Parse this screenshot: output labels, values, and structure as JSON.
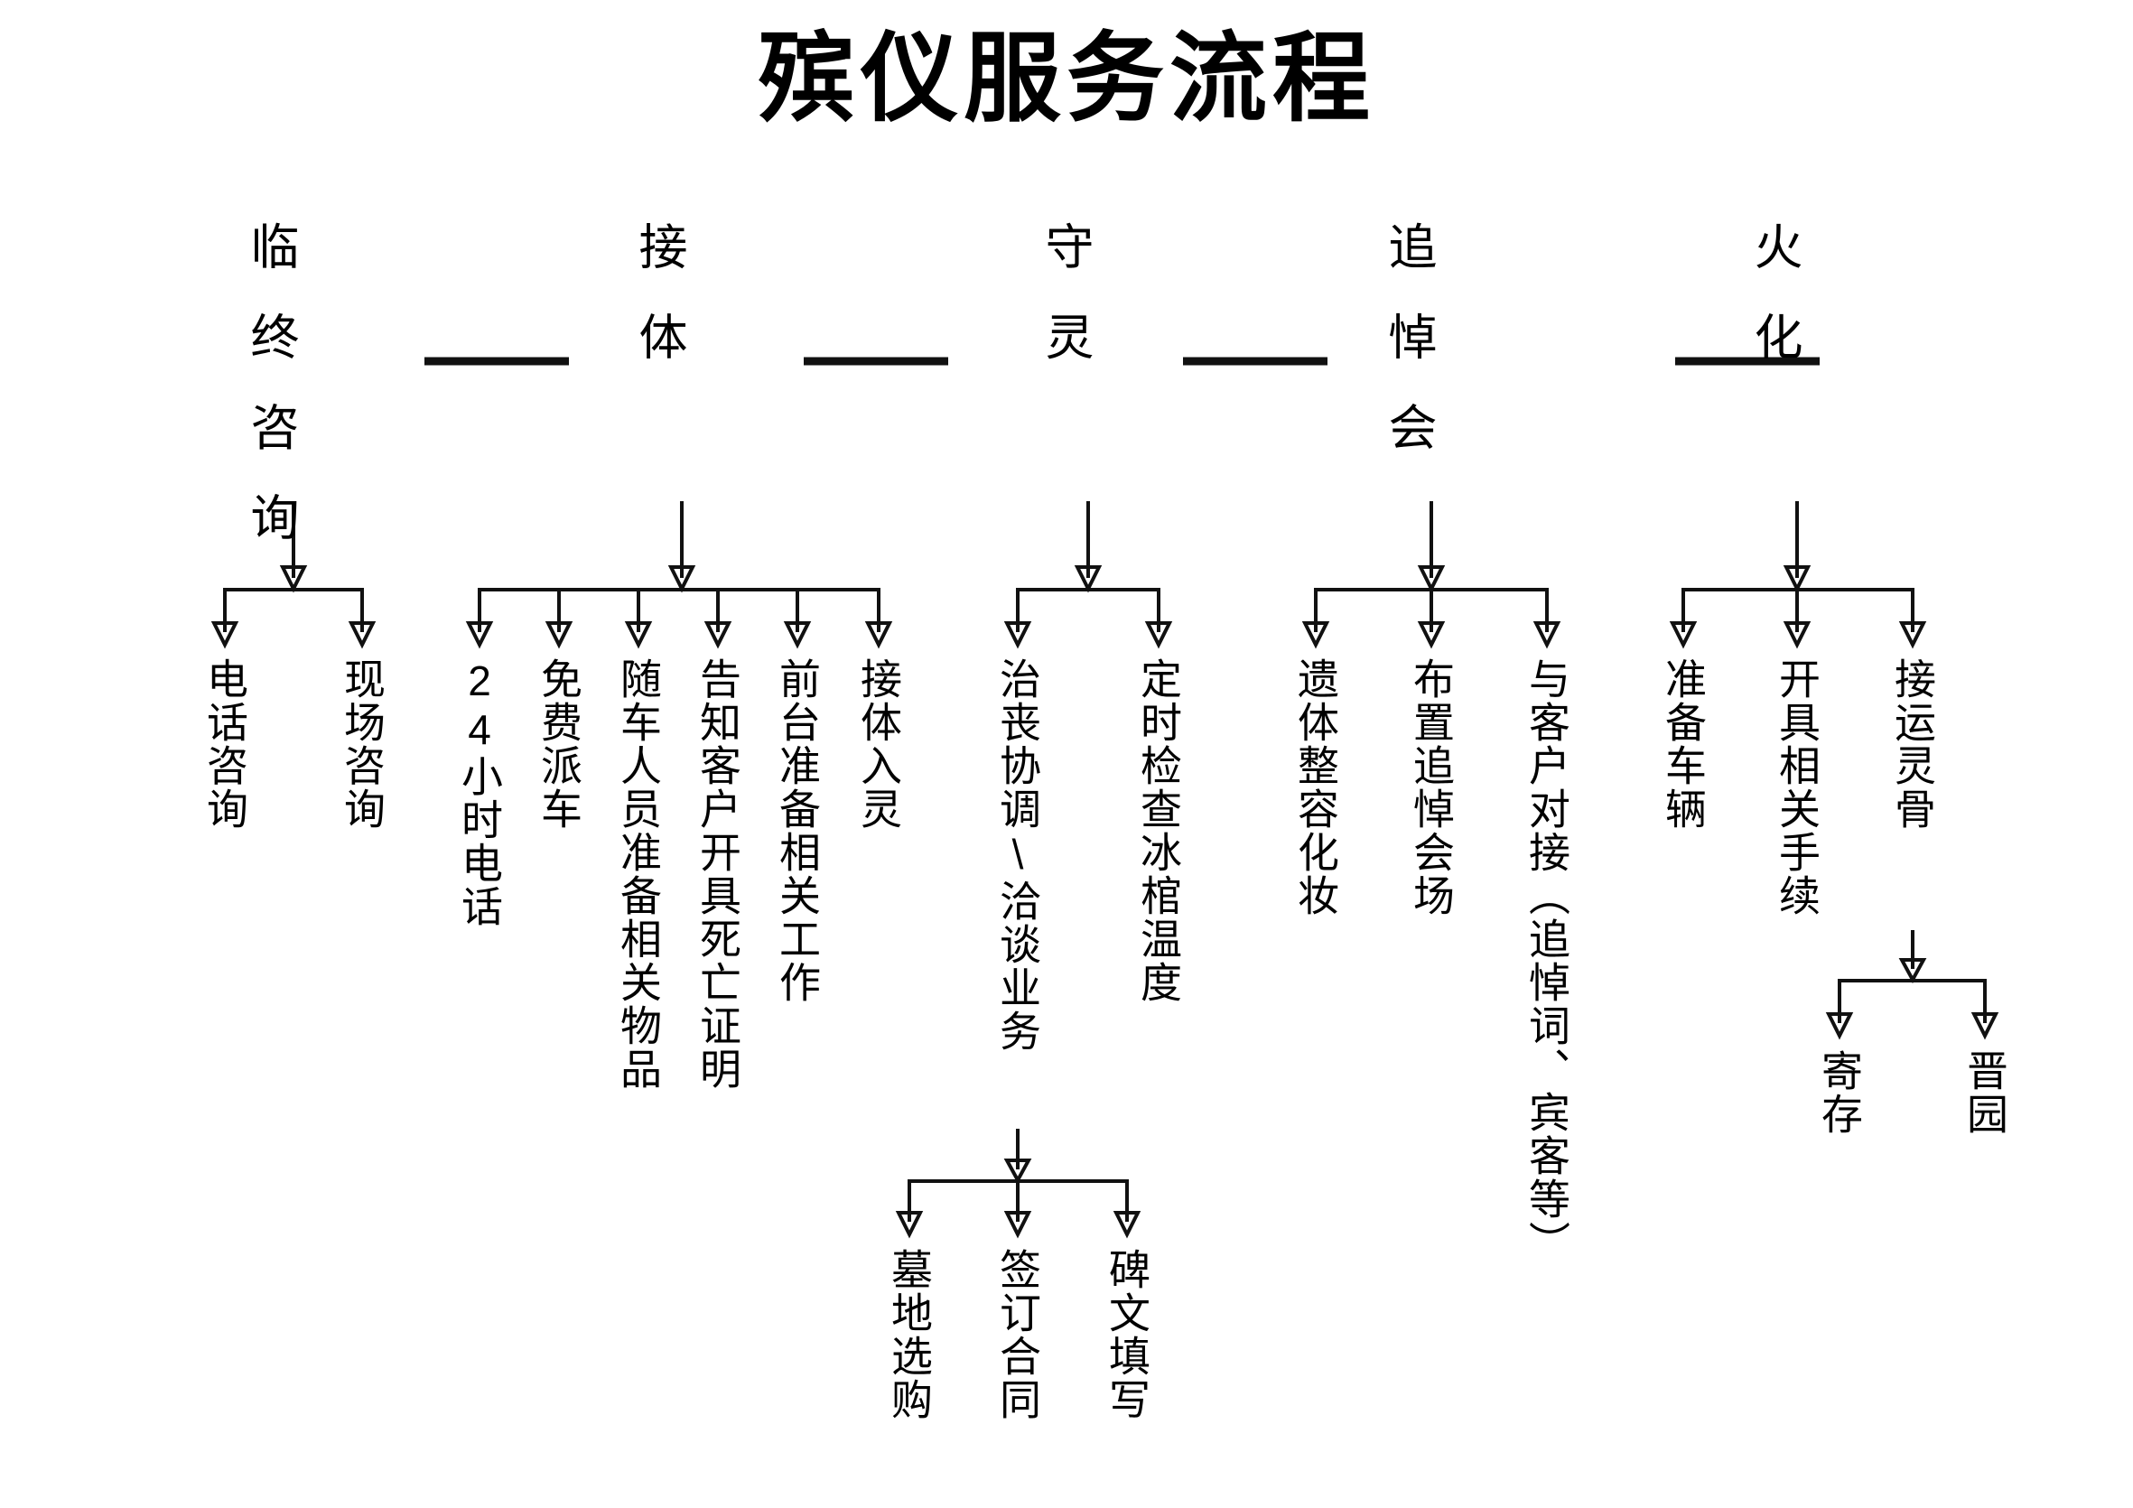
{
  "title": "殡仪服务流程",
  "columns": [
    {
      "header": "临终咨询",
      "children": [
        {
          "label": "电话咨询"
        },
        {
          "label": "现场咨询"
        }
      ]
    },
    {
      "header": "接体",
      "children": [
        {
          "label": "24小时电话"
        },
        {
          "label": "免费派车"
        },
        {
          "label": "随车人员准备相关物品"
        },
        {
          "label": "告知客户开具死亡证明"
        },
        {
          "label": "前台准备相关工作"
        },
        {
          "label": "接体入灵"
        }
      ]
    },
    {
      "header": "守灵",
      "children": [
        {
          "label": "治丧协调\\洽谈业务",
          "children": [
            {
              "label": "墓地选购"
            },
            {
              "label": "签订合同"
            },
            {
              "label": "碑文填写"
            }
          ]
        },
        {
          "label": "定时检查冰棺温度"
        }
      ]
    },
    {
      "header": "追悼会",
      "children": [
        {
          "label": "遗体整容化妆"
        },
        {
          "label": "布置追悼会场"
        },
        {
          "label": "与客户对接（追悼词、宾客等）"
        }
      ]
    },
    {
      "header": "火化",
      "children": [
        {
          "label": "准备车辆"
        },
        {
          "label": "开具相关手续"
        },
        {
          "label": "接运灵骨",
          "children": [
            {
              "label": "寄存"
            },
            {
              "label": "晋园"
            }
          ]
        }
      ]
    }
  ],
  "colors": {
    "background": "#ffffff",
    "ink": "#111111",
    "text": "#000000"
  }
}
